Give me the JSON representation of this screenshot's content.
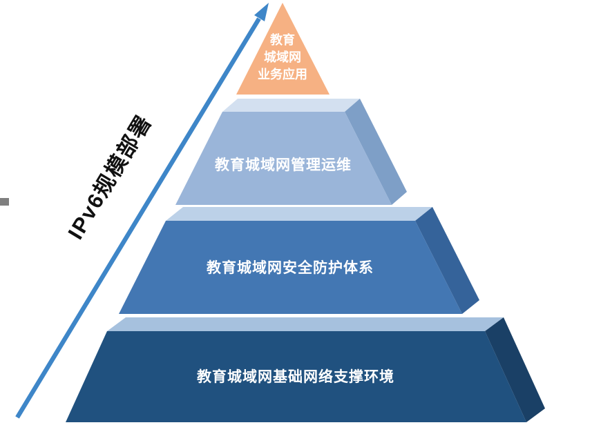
{
  "diagram": {
    "arrow": {
      "label": "IPv6规模部署",
      "color": "#3e86c8",
      "label_color": "#111111"
    },
    "marker_color": "#7f7f7f",
    "levels": [
      {
        "label": "教育城域网业务应用",
        "lines": [
          "教育",
          "城域网",
          "业务应用"
        ],
        "front": "#f6b183",
        "text_color": "#ffffff"
      },
      {
        "label": "教育城域网管理运维",
        "front": "#9ab5d9",
        "top": "#d3e0f0",
        "side": "#7e9fc7",
        "text_color": "#ffffff"
      },
      {
        "label": "教育城域网安全防护体系",
        "front": "#4377b3",
        "top": "#bcd1e8",
        "side": "#35639a",
        "text_color": "#ffffff"
      },
      {
        "label": "教育城域网基础网络支撑环境",
        "front": "#20517f",
        "top": "#a6c1de",
        "side": "#1a4066",
        "text_color": "#ffffff"
      }
    ]
  }
}
